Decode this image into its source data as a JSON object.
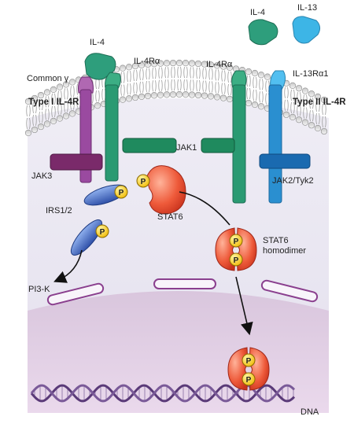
{
  "labels": {
    "il4_type1": "IL-4",
    "il4_type2": "IL-4",
    "il13": "IL-13",
    "common_gamma": "Common γ",
    "il4ra_type1": "IL-4Rα",
    "il4ra_type2": "IL-4Rα",
    "il13ra1": "IL-13Rα1",
    "type1_receptor": "Type I IL-4R",
    "type2_receptor": "Type II IL-4R",
    "jak1": "JAK1",
    "jak3": "JAK3",
    "jak2_tyk2": "JAK2/Tyk2",
    "irs": "IRS1/2",
    "stat6": "STAT6",
    "stat6_homodimer": "STAT6\nhomodimer",
    "pi3k": "PI3-K",
    "dna": "DNA",
    "phospho": "P"
  },
  "colors": {
    "il4_ligand": "#2e9e7c",
    "il13_ligand": "#3db5e6",
    "common_gamma": "#9a4aa0",
    "il4ra": "#2a9a72",
    "il13ra1": "#2a8fd0",
    "jak3": "#7a2a6a",
    "jak1": "#1f8a5e",
    "jak2": "#1a6ab0",
    "irs": "#3a5fb8",
    "stat6": "#e8452a",
    "phospho": "#f5c400",
    "membrane_bg": "#ebe8f2",
    "nucleus": "#d8c8dc",
    "dna": "#5a3a78"
  }
}
